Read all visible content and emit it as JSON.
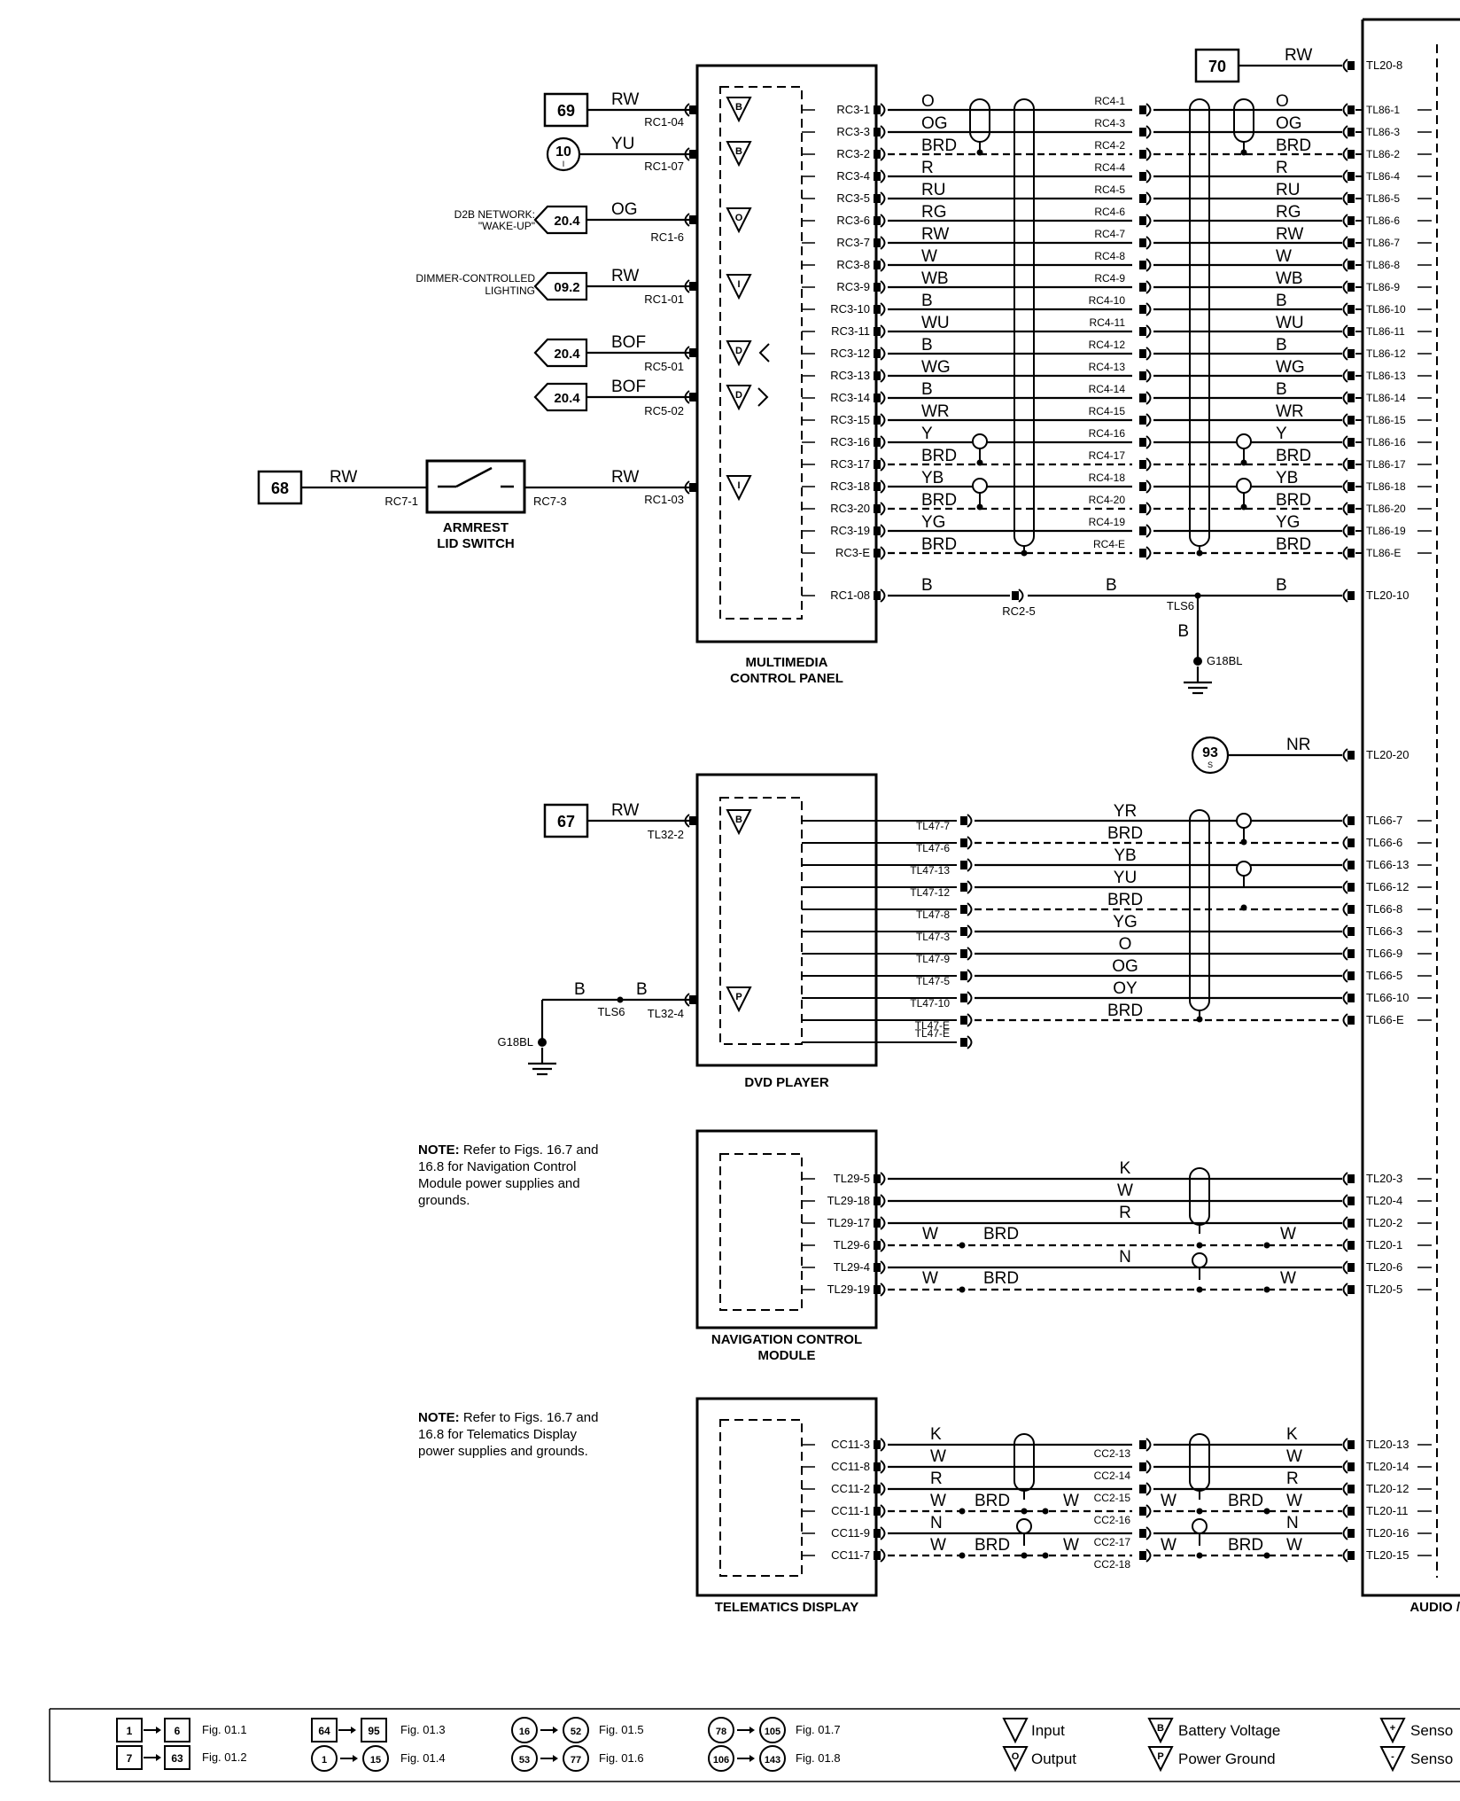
{
  "diagram": {
    "modules": {
      "mcp": "MULTIMEDIA CONTROL PANEL",
      "dvd": "DVD PLAYER",
      "nav": "NAVIGATION CONTROL MODULE",
      "tel": "TELEMATICS DISPLAY",
      "audio": "AUDIO /",
      "switch": "ARMREST LID SWITCH"
    },
    "refs": {
      "r69": "69",
      "r10": "10",
      "r10sub": "I",
      "r204a": "20.4",
      "r092": "09.2",
      "r204b": "20.4",
      "r204c": "20.4",
      "r68": "68",
      "r70": "70",
      "r67": "67",
      "r93": "93",
      "r93sub": "S"
    },
    "ext_labels": {
      "d2b": "D2B NETWORK: \"WAKE-UP\"",
      "dimmer": "DIMMER-CONTROLLED LIGHTING"
    },
    "left_pins": {
      "rc104": "RC1-04",
      "rc107": "RC1-07",
      "rc16": "RC1-6",
      "rc101": "RC1-01",
      "rc501": "RC5-01",
      "rc502": "RC5-02",
      "rc103": "RC1-03",
      "rc71": "RC7-1",
      "rc73": "RC7-3",
      "tl322": "TL32-2",
      "tl324": "TL32-4",
      "tls6": "TLS6",
      "g18bl": "G18BL"
    },
    "left_wires": {
      "rw": "RW",
      "yu": "YU",
      "og": "OG",
      "bof": "BOF",
      "b": "B"
    },
    "rc3_pins": [
      "RC3-1",
      "RC3-3",
      "RC3-2",
      "RC3-4",
      "RC3-5",
      "RC3-6",
      "RC3-7",
      "RC3-8",
      "RC3-9",
      "RC3-10",
      "RC3-11",
      "RC3-12",
      "RC3-13",
      "RC3-14",
      "RC3-15",
      "RC3-16",
      "RC3-17",
      "RC3-18",
      "RC3-20",
      "RC3-19",
      "RC3-E",
      "RC1-08"
    ],
    "mcp_wires": [
      "O",
      "OG",
      "BRD",
      "R",
      "RU",
      "RG",
      "RW",
      "W",
      "WB",
      "B",
      "WU",
      "B",
      "WG",
      "B",
      "WR",
      "Y",
      "BRD",
      "YB",
      "BRD",
      "YG",
      "BRD",
      "",
      "B"
    ],
    "rc4_pins": [
      "",
      "RC4-1",
      "RC4-3",
      "RC4-2",
      "RC4-4",
      "RC4-5",
      "RC4-6",
      "RC4-7",
      "RC4-8",
      "RC4-9",
      "RC4-10",
      "RC4-11",
      "RC4-12",
      "RC4-13",
      "RC4-14",
      "RC4-15",
      "RC4-16",
      "RC4-17",
      "RC4-18",
      "RC4-20",
      "RC4-19",
      "RC4-E"
    ],
    "tl86_pins": [
      "TL86-1",
      "TL86-3",
      "TL86-2",
      "TL86-4",
      "TL86-5",
      "TL86-6",
      "TL86-7",
      "TL86-8",
      "TL86-9",
      "TL86-10",
      "TL86-11",
      "TL86-12",
      "TL86-13",
      "TL86-14",
      "TL86-15",
      "TL86-16",
      "TL86-17",
      "TL86-18",
      "TL86-20",
      "TL86-19",
      "TL86-E",
      "TL20-10"
    ],
    "misc": {
      "tl208": "TL20-8",
      "tl2020": "TL20-20",
      "rc25": "RC2-5",
      "tls6": "TLS6",
      "g18bl": "G18BL",
      "rw": "RW",
      "nr": "NR",
      "b": "B"
    },
    "tl47_pins": [
      "",
      "TL47-7",
      "TL47-6",
      "TL47-13",
      "TL47-12",
      "TL47-8",
      "TL47-3",
      "TL47-9",
      "TL47-5",
      "TL47-10",
      "TL47-E"
    ],
    "dvd_wires": [
      "YR",
      "BRD",
      "YB",
      "YU",
      "BRD",
      "YG",
      "O",
      "OG",
      "OY",
      "BRD"
    ],
    "tl66_pins": [
      "TL66-7",
      "TL66-6",
      "TL66-13",
      "TL66-12",
      "TL66-8",
      "TL66-3",
      "TL66-9",
      "TL66-5",
      "TL66-10",
      "TL66-E"
    ],
    "tl29_pins": [
      "TL29-5",
      "TL29-18",
      "TL29-17",
      "TL29-6",
      "TL29-4",
      "TL29-19"
    ],
    "nav_wires": [
      "K",
      "W",
      "R",
      "W",
      "BRD",
      "N",
      "W",
      "BRD",
      "W",
      "W"
    ],
    "tl20n_pins": [
      "TL20-3",
      "TL20-4",
      "TL20-2",
      "TL20-1",
      "TL20-6",
      "TL20-5"
    ],
    "cc11_pins": [
      "CC11-3",
      "CC11-8",
      "CC11-2",
      "CC11-1",
      "CC11-9",
      "CC11-7"
    ],
    "cc2_pins": [
      "CC2-13",
      "CC2-14",
      "CC2-15",
      "CC2-16",
      "CC2-17",
      "CC2-18"
    ],
    "tel_wires_l": [
      "K",
      "W",
      "R",
      "W",
      "BRD",
      "W",
      "N",
      "W",
      "BRD",
      "W"
    ],
    "tel_wires_r": [
      "K",
      "W",
      "R",
      "W",
      "BRD",
      "W",
      "N",
      "W",
      "BRD",
      "W"
    ],
    "tl20t_pins": [
      "TL20-13",
      "TL20-14",
      "TL20-12",
      "TL20-11",
      "TL20-16",
      "TL20-15"
    ],
    "notes": {
      "nav": [
        "NOTE: Refer to Figs. 16.7 and",
        "16.8 for Navigation Control",
        "Module power supplies and",
        "grounds."
      ],
      "tel": [
        "NOTE: Refer to Figs. 16.7 and",
        "16.8 for Telematics Display",
        "power supplies and grounds."
      ]
    },
    "legend": {
      "a1": "1",
      "a2": "6",
      "af": "Fig. 01.1",
      "b1": "7",
      "b2": "63",
      "bf": "Fig. 01.2",
      "c1": "64",
      "c2": "95",
      "cf": "Fig. 01.3",
      "d1": "1",
      "d2": "15",
      "df": "Fig. 01.4",
      "e1": "16",
      "e2": "52",
      "ef": "Fig. 01.5",
      "f1": "53",
      "f2": "77",
      "ff": "Fig. 01.6",
      "g1": "78",
      "g2": "105",
      "gf": "Fig. 01.7",
      "h1": "106",
      "h2": "143",
      "hf": "Fig. 01.8",
      "input": "Input",
      "output": "Output",
      "batt": "Battery Voltage",
      "pgnd": "Power Ground",
      "sensp": "Senso",
      "sensn": "Senso"
    }
  }
}
